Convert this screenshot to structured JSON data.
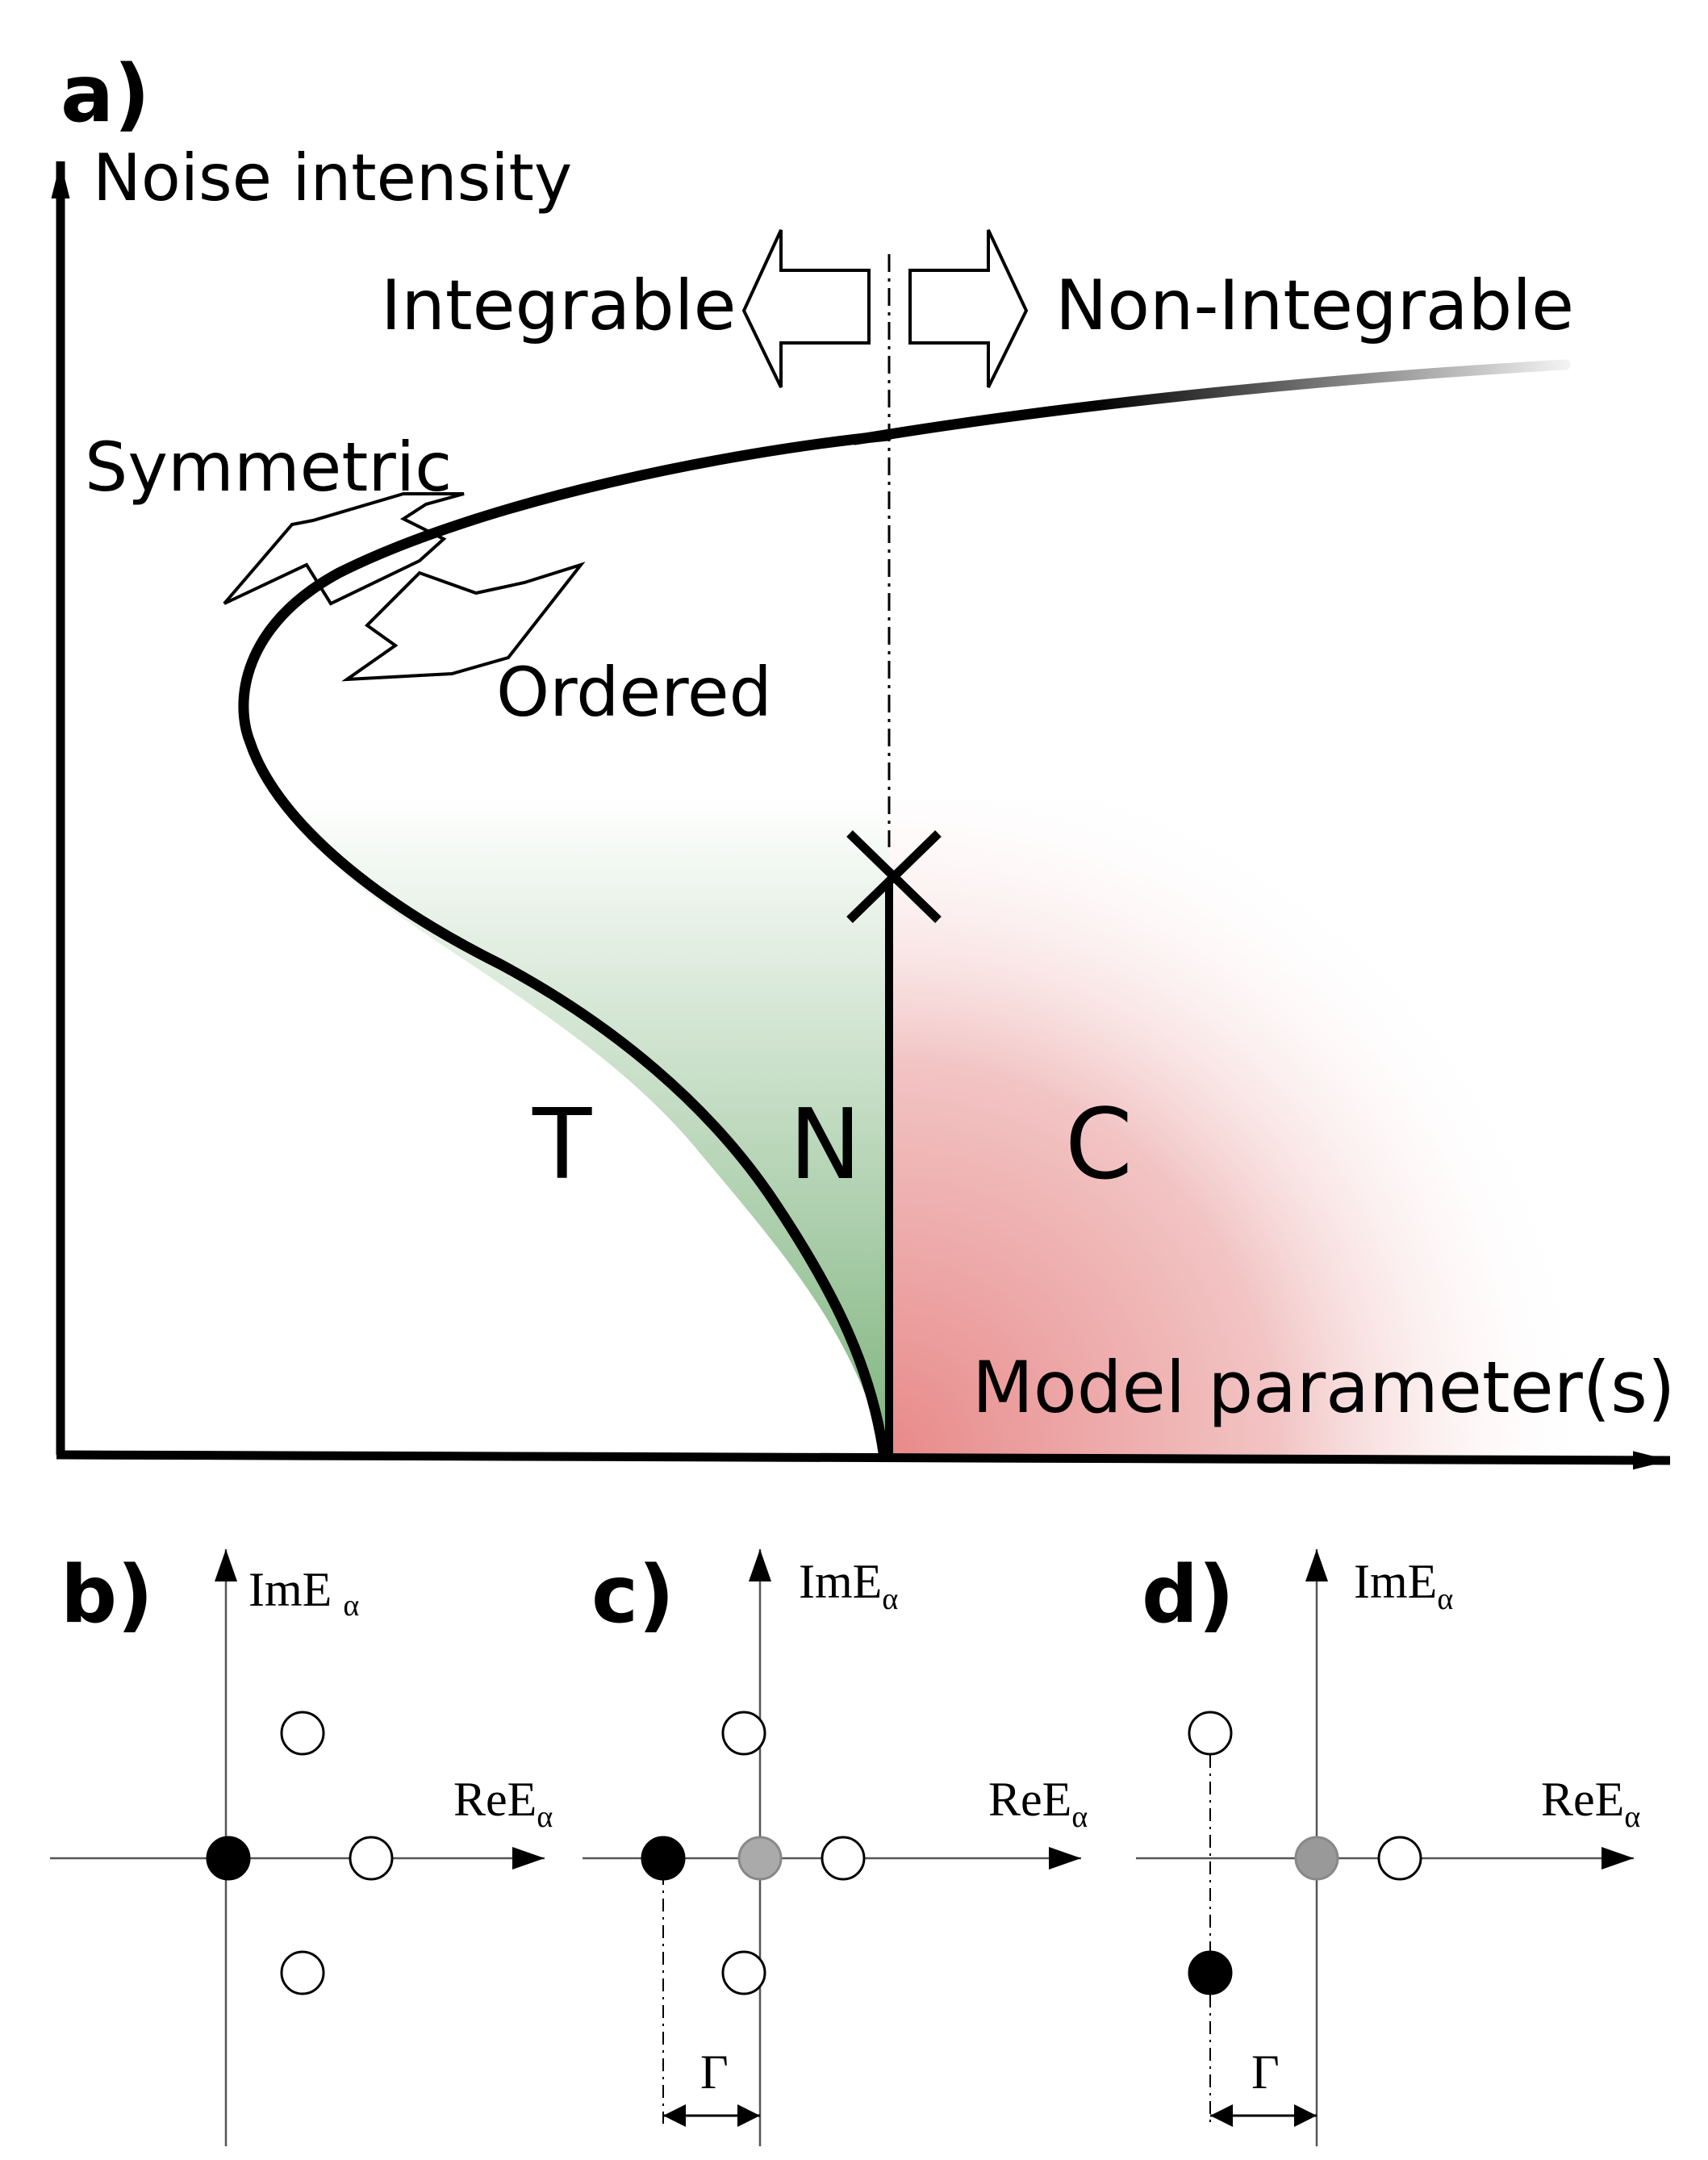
{
  "panel_a": {
    "label": "a)",
    "y_axis_label": "Noise intensity",
    "x_axis_label": "Model parameter(s)",
    "integrable_label": "Integrable",
    "non_integrable_label": "Non-Integrable",
    "symmetric_label": "Symmetric",
    "ordered_label": "Ordered",
    "phase_T": "T",
    "phase_N": "N",
    "phase_C": "C",
    "colors": {
      "N_region": "#7fb47f",
      "C_region": "#e88a8a"
    }
  },
  "panel_b": {
    "label": "b)",
    "im_label": "ImE",
    "re_label": "ReE",
    "subscript": "α",
    "points": [
      {
        "fill": "white"
      },
      {
        "fill": "black"
      },
      {
        "fill": "white"
      },
      {
        "fill": "white"
      }
    ]
  },
  "panel_c": {
    "label": "c)",
    "im_label": "ImE",
    "re_label": "ReE",
    "subscript": "α",
    "gamma": "Γ",
    "points": [
      {
        "fill": "white"
      },
      {
        "fill": "black"
      },
      {
        "fill": "gray"
      },
      {
        "fill": "white"
      },
      {
        "fill": "white"
      }
    ]
  },
  "panel_d": {
    "label": "d)",
    "im_label": "ImE",
    "re_label": "ReE",
    "subscript": "α",
    "gamma": "Γ",
    "points": [
      {
        "fill": "white"
      },
      {
        "fill": "gray"
      },
      {
        "fill": "white"
      },
      {
        "fill": "black"
      }
    ]
  }
}
